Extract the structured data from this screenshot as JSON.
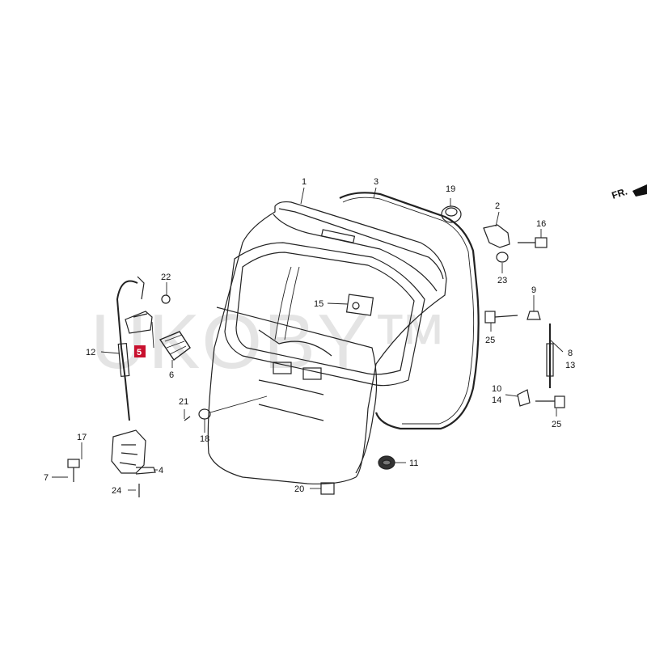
{
  "diagram": {
    "direction_label": "FR.",
    "watermark": "UKOBY™",
    "highlighted_part": "5",
    "labels": {
      "p1": "1",
      "p2": "2",
      "p3": "3",
      "p4": "4",
      "p5": "5",
      "p6": "6",
      "p7": "7",
      "p8": "8",
      "p9": "9",
      "p10": "10",
      "p11": "11",
      "p12": "12",
      "p13": "13",
      "p14": "14",
      "p15": "15",
      "p16": "16",
      "p17": "17",
      "p18": "18",
      "p19": "19",
      "p20": "20",
      "p21": "21",
      "p22": "22",
      "p23": "23",
      "p24": "24",
      "p25a": "25",
      "p25b": "25"
    }
  }
}
